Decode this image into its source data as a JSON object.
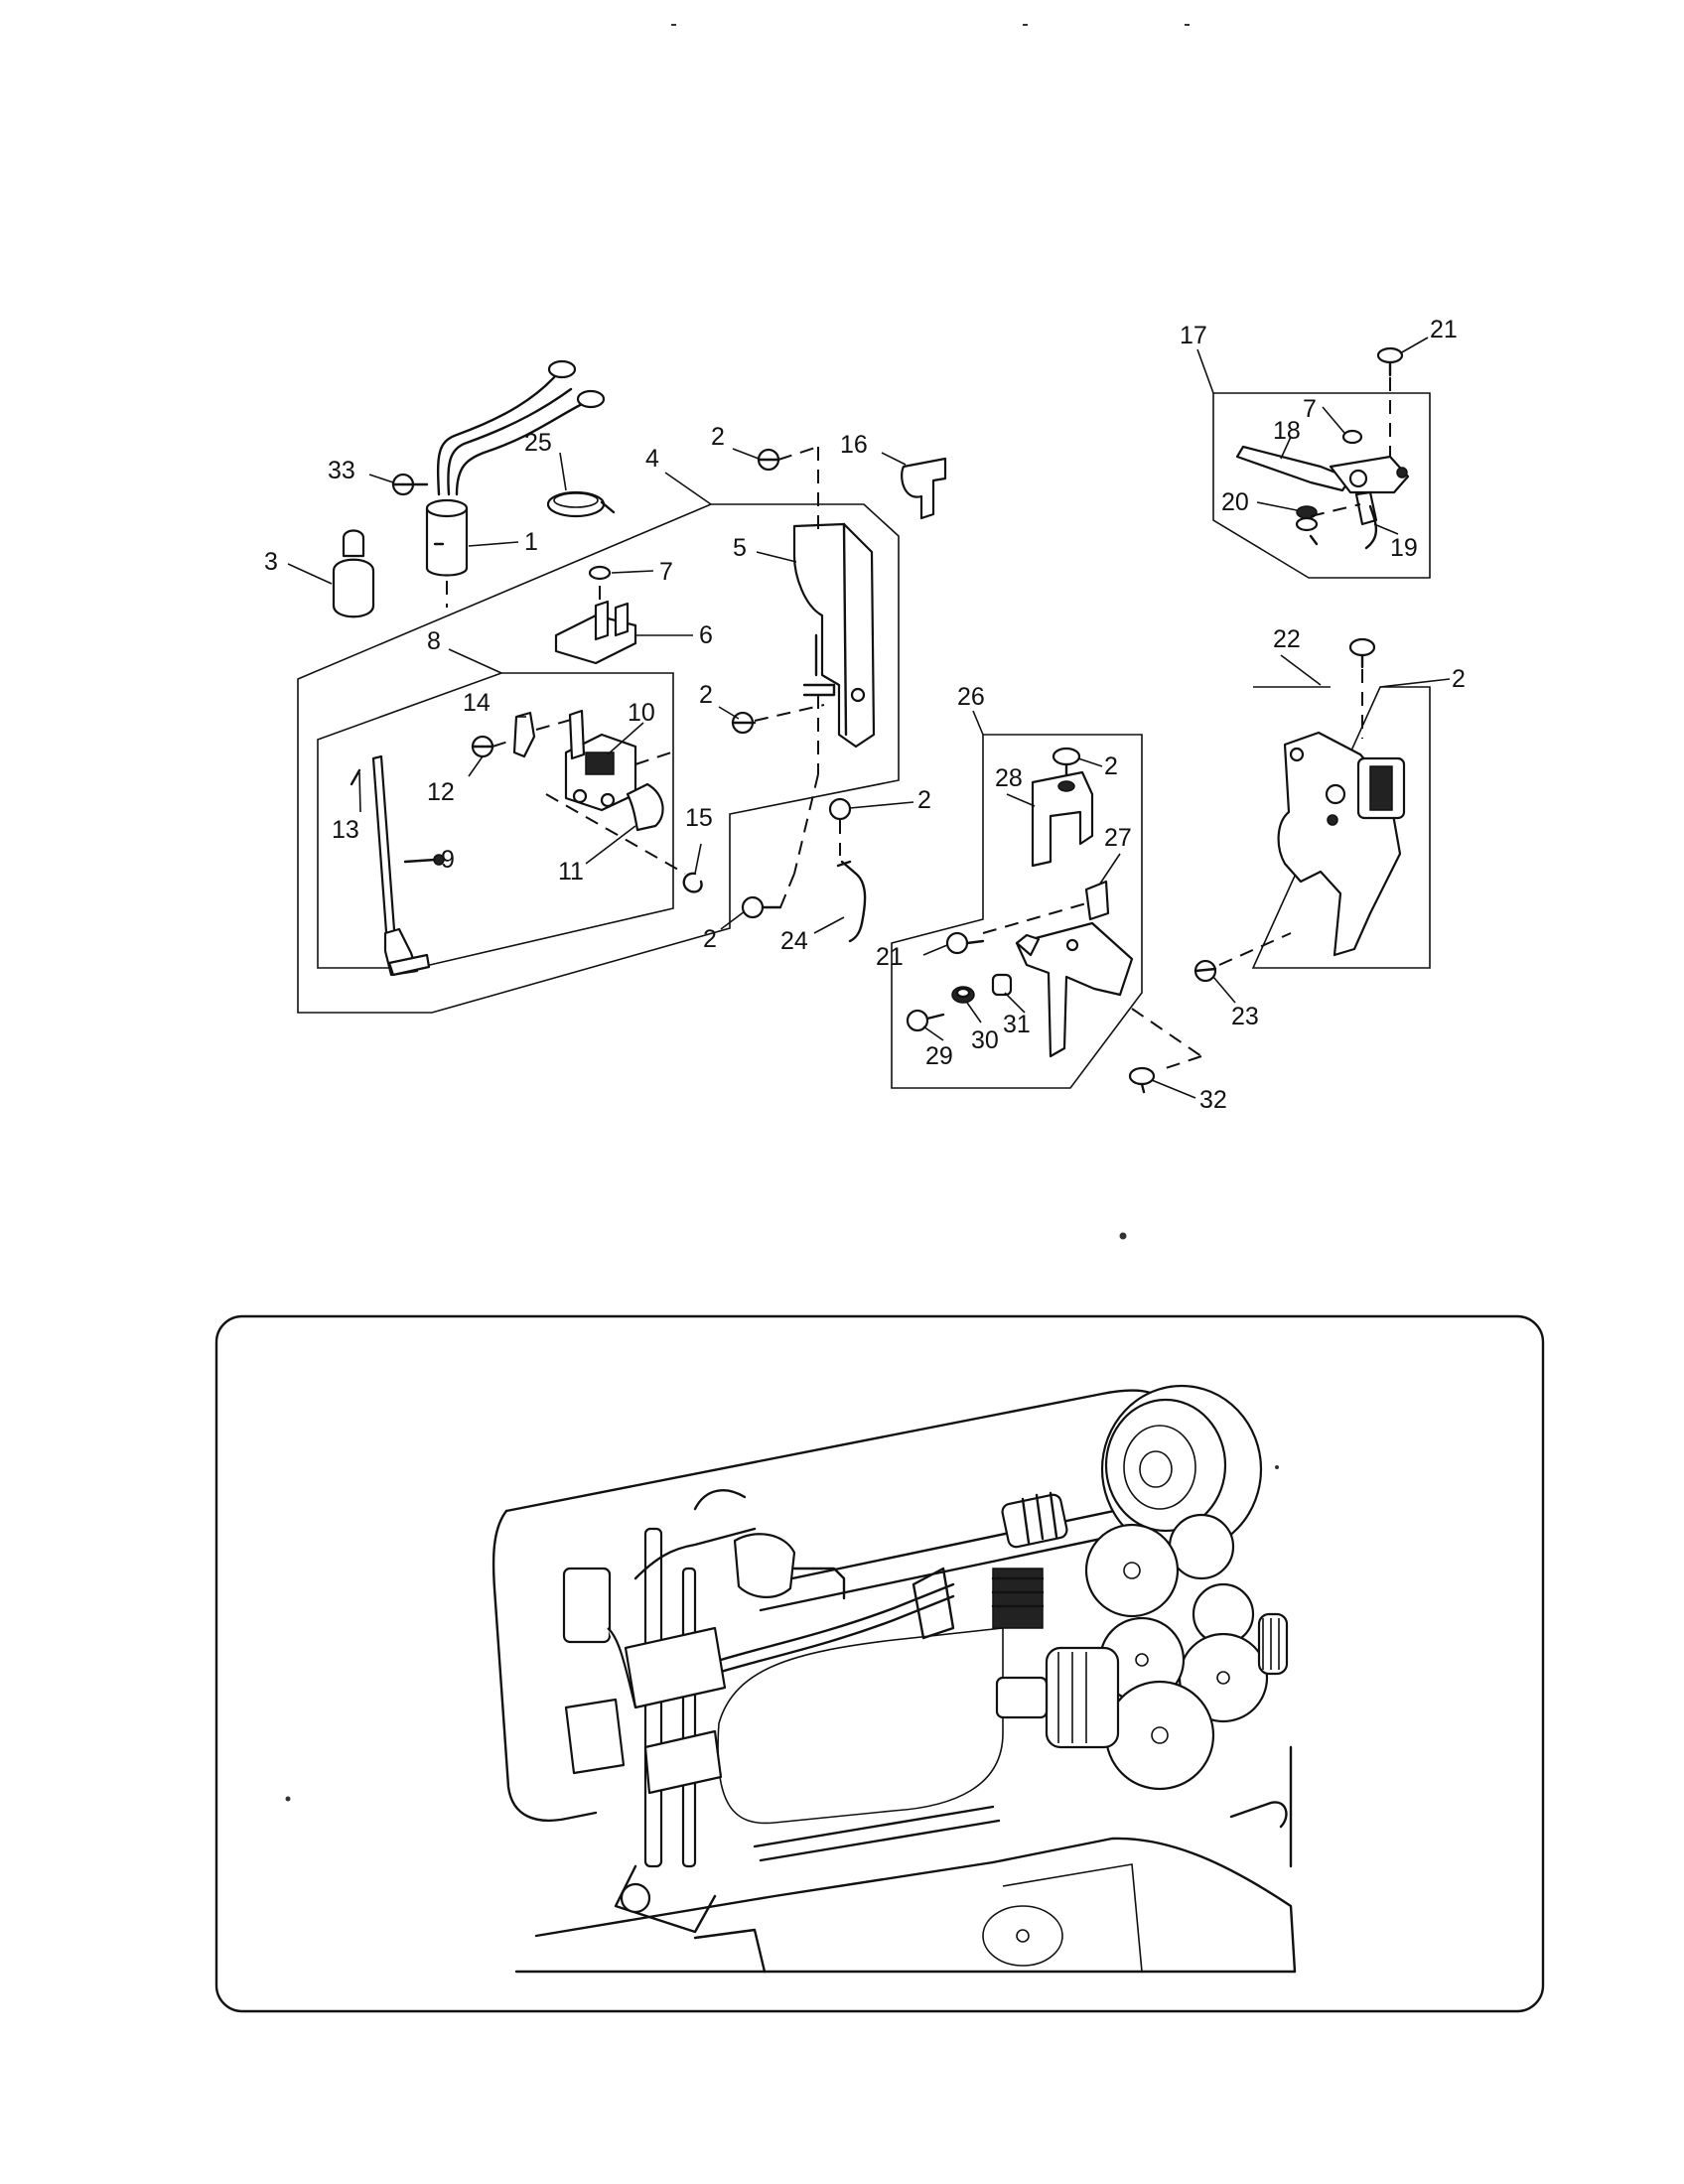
{
  "callouts": {
    "c1": "1",
    "c2a": "2",
    "c2b": "2",
    "c2c": "2",
    "c2d": "2",
    "c2e": "2",
    "c2f": "2",
    "c3": "3",
    "c4": "4",
    "c5": "5",
    "c6": "6",
    "c7a": "7",
    "c7b": "7",
    "c8": "8",
    "c9": "9",
    "c10": "10",
    "c11": "11",
    "c12": "12",
    "c13": "13",
    "c14": "14",
    "c15": "15",
    "c16": "16",
    "c17": "17",
    "c18": "18",
    "c19": "19",
    "c20": "20",
    "c21a": "21",
    "c21b": "21",
    "c22": "22",
    "c23": "23",
    "c24": "24",
    "c25": "25",
    "c26": "26",
    "c27": "27",
    "c28": "28",
    "c29": "29",
    "c30": "30",
    "c31": "31",
    "c32": "32",
    "c33": "33"
  },
  "colors": {
    "ink": "#111111",
    "paper": "#ffffff"
  },
  "icons": {
    "machine_view": "sewing-machine-head-icon"
  }
}
